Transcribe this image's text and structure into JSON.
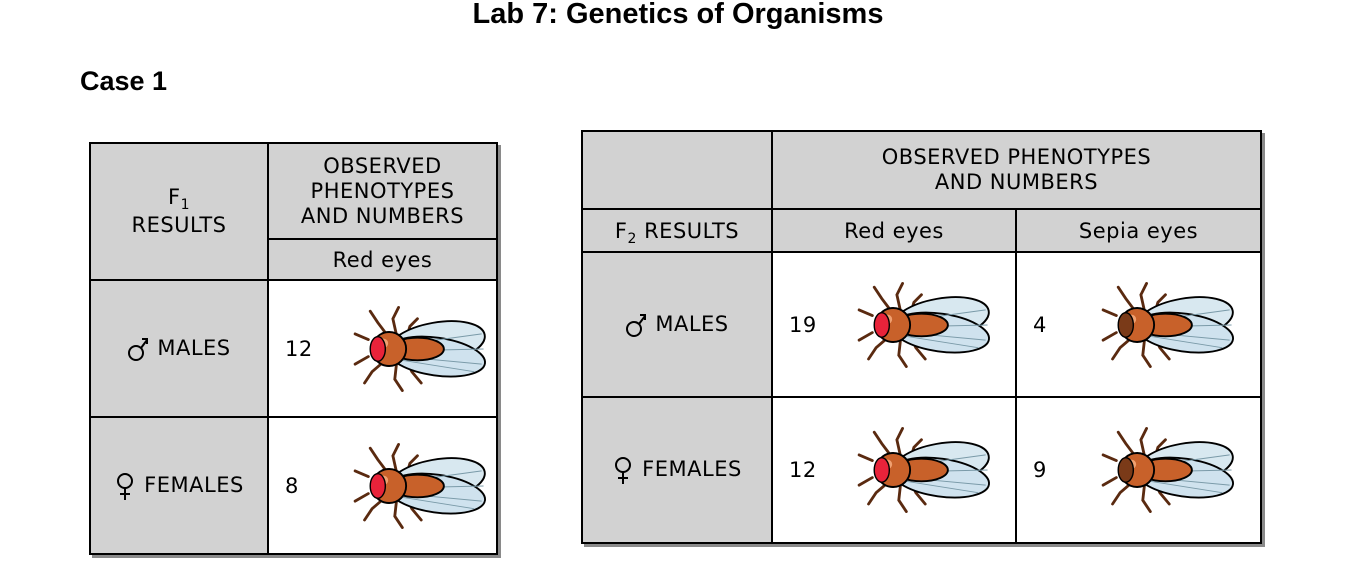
{
  "page_title": "Lab 7: Genetics of Organisms",
  "case_heading": "Case 1",
  "colors": {
    "header_fill": "#d2d2d2",
    "cell_fill": "#ffffff",
    "red_eye": "#e8233a",
    "sepia_eye": "#7a3a18",
    "fly_body": "#c8612a"
  },
  "f1_table": {
    "result_label": "F",
    "result_sub": "1",
    "result_word": "RESULTS",
    "header_line1": "OBSERVED",
    "header_line2": "PHENOTYPES",
    "header_line3": "AND NUMBERS",
    "col_red": "Red eyes",
    "males_label": "MALES",
    "females_label": "FEMALES",
    "male_red": "12",
    "female_red": "8"
  },
  "f2_table": {
    "header_line1": "OBSERVED PHENOTYPES",
    "header_line2": "AND NUMBERS",
    "result_label": "F",
    "result_sub": "2",
    "result_word": "RESULTS",
    "col_red": "Red eyes",
    "col_sepia": "Sepia eyes",
    "males_label": "MALES",
    "females_label": "FEMALES",
    "male_red": "19",
    "male_sepia": "4",
    "female_red": "12",
    "female_sepia": "9"
  }
}
